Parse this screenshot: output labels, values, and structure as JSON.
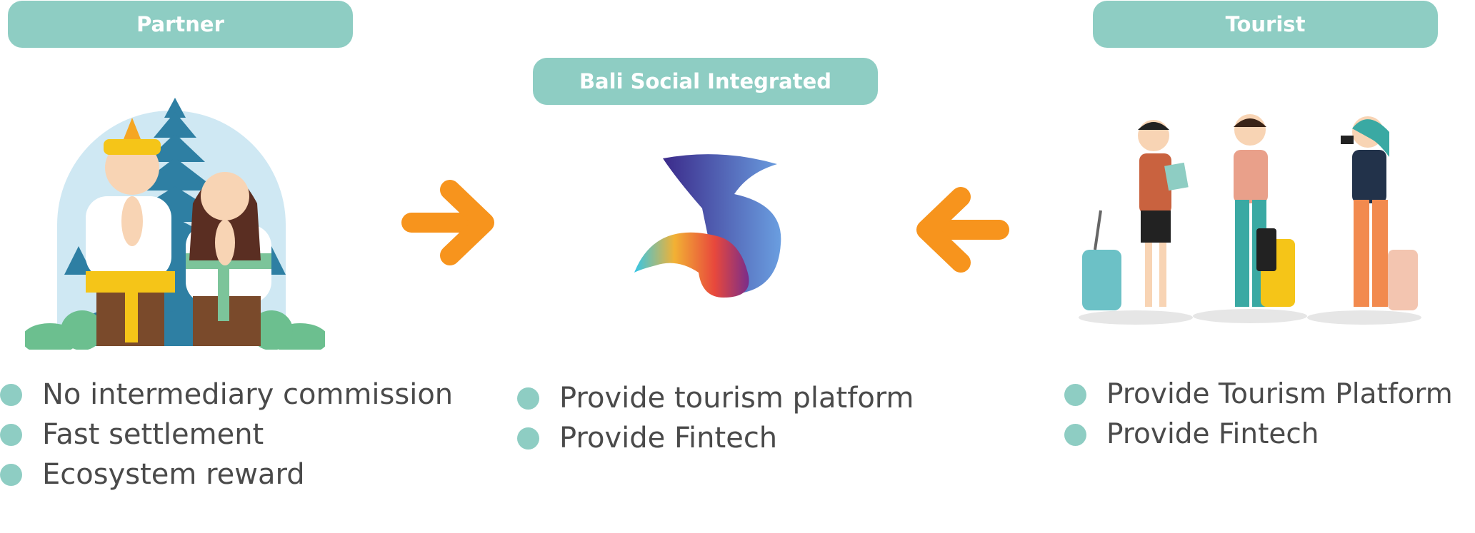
{
  "colors": {
    "pill": "#8ecdc3",
    "arrow": "#f7941d",
    "bullet_text": "#4a4a4a"
  },
  "partner": {
    "title": "Partner",
    "items": [
      "No intermediary commission",
      "Fast settlement",
      "Ecosystem reward"
    ]
  },
  "platform": {
    "title": "Bali Social Integrated",
    "items": [
      "Provide tourism platform",
      "Provide Fintech"
    ]
  },
  "tourist": {
    "title": "Tourist",
    "items": [
      "Provide Tourism Platform",
      "Provide Fintech"
    ]
  },
  "icons": {
    "partner": "balinese-couple-temple-illustration",
    "logo": "b-logo",
    "tourist": "tourists-with-luggage-illustration",
    "arrow_right": "arrow-right-icon",
    "arrow_left": "arrow-left-icon"
  }
}
